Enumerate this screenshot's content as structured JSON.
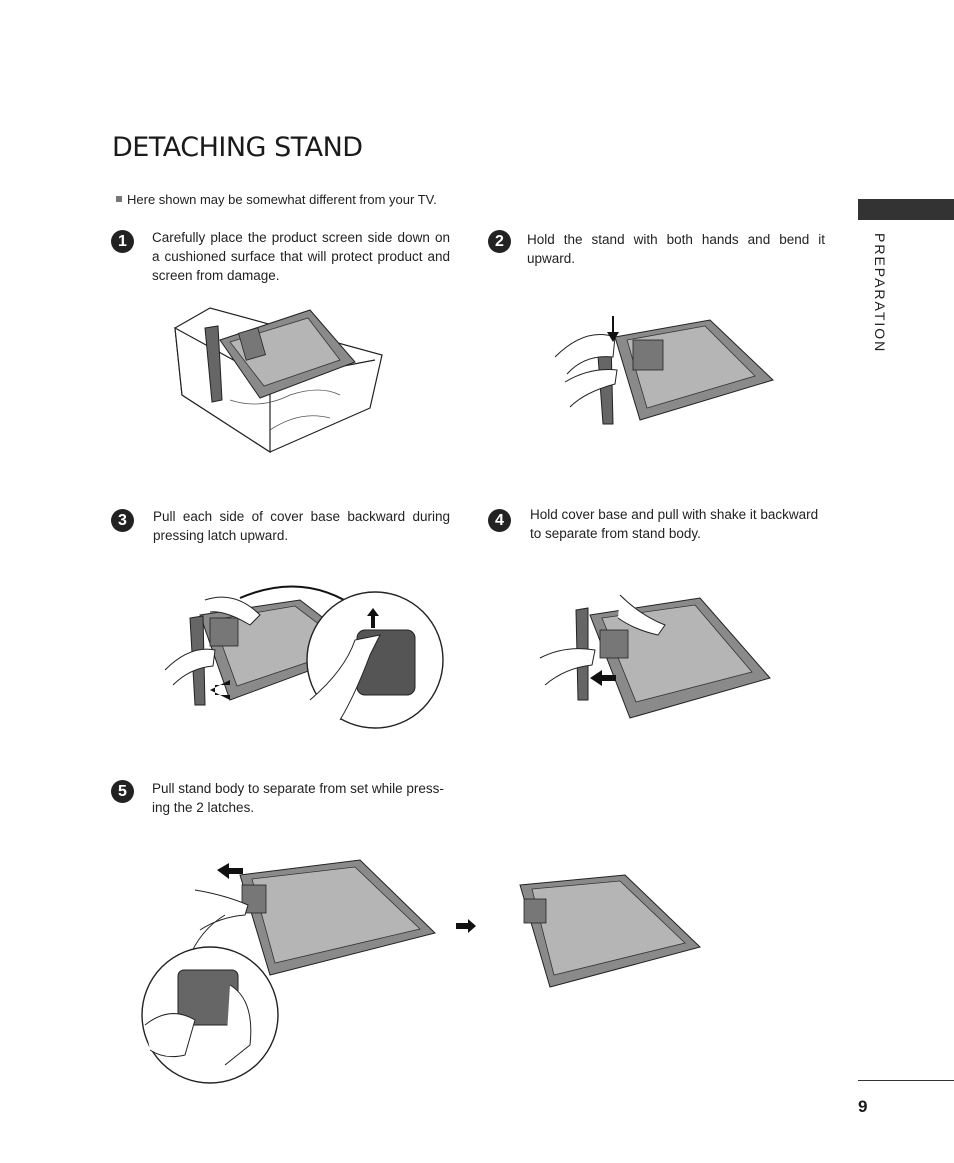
{
  "title": "DETACHING STAND",
  "note": "Here shown may be somewhat different from your TV.",
  "section_label": "PREPARATION",
  "page_number": "9",
  "steps": [
    {
      "num": "1",
      "text": "Carefully place the product screen side down on a cushioned surface that will protect product and screen from damage."
    },
    {
      "num": "2",
      "text": "Hold the stand with both hands and bend it upward."
    },
    {
      "num": "3",
      "text": "Pull each side of cover base backward during pressing latch upward."
    },
    {
      "num": "4",
      "text": "Hold cover base and pull with shake it backward to separate from stand body."
    },
    {
      "num": "5",
      "text": "Pull stand body to separate from set while press-ing the 2 latches."
    }
  ]
}
